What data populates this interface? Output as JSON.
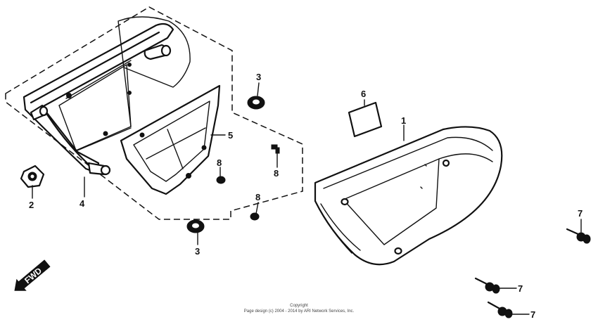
{
  "callouts": {
    "c1": "1",
    "c2": "2",
    "c3a": "3",
    "c3b": "3",
    "c4": "4",
    "c5": "5",
    "c6": "6",
    "c7a": "7",
    "c7b": "7",
    "c7c": "7",
    "c8a": "8",
    "c8b": "8",
    "c8c": "8"
  },
  "fwd_label": "FWD",
  "footer": {
    "line1": "Copyright",
    "line2": "Page design (c) 2004 - 2014 by ARI Network Services, Inc."
  }
}
